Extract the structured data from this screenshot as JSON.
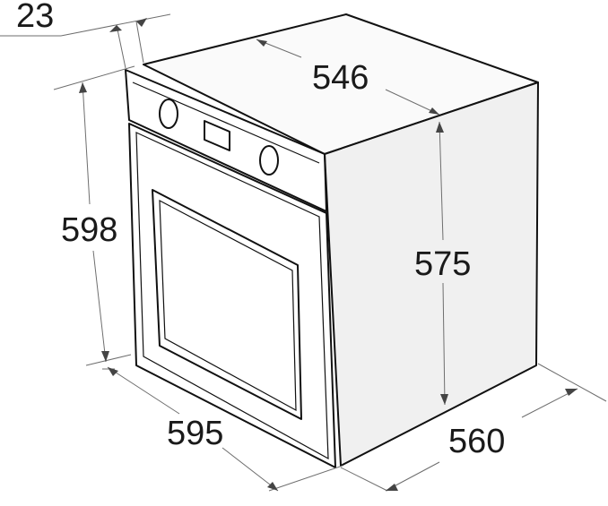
{
  "dimensions": {
    "panel_depth": "23",
    "top_depth": "546",
    "total_height": "598",
    "body_height": "575",
    "front_width": "595",
    "side_depth": "560"
  }
}
